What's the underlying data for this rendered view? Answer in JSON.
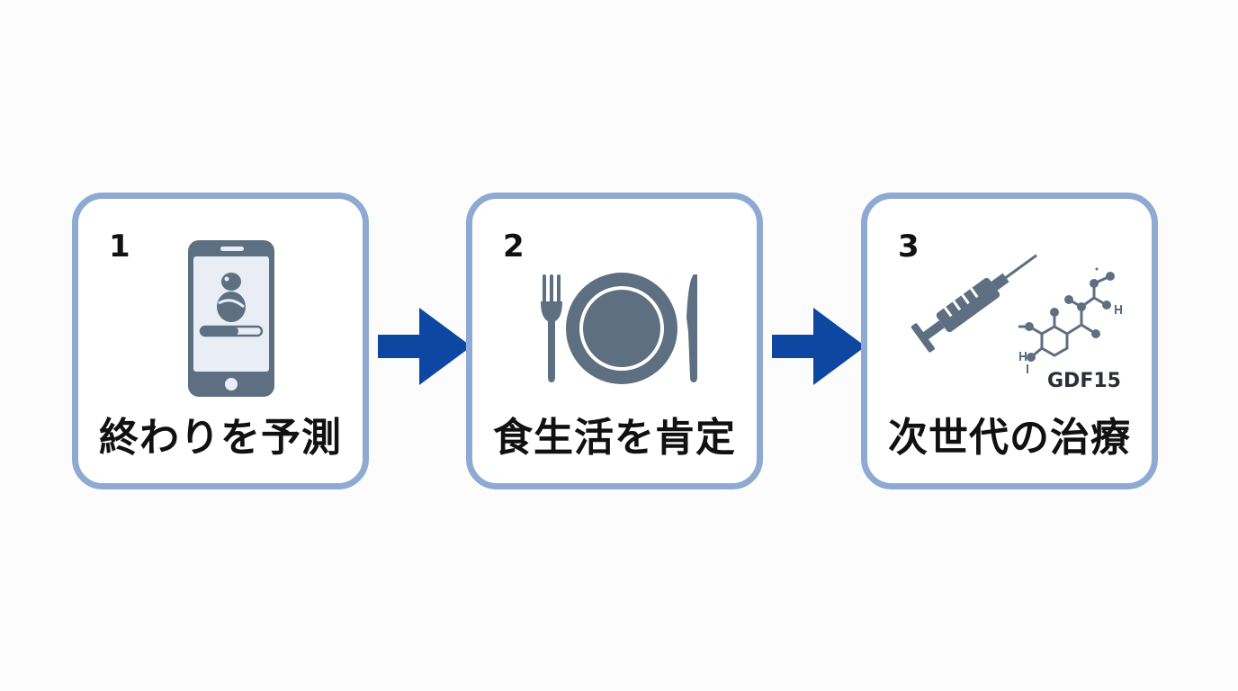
{
  "steps": [
    {
      "number": "1",
      "label": "終わりを予測",
      "icon": "smartphone-progress-icon"
    },
    {
      "number": "2",
      "label": "食生活を肯定",
      "icon": "fork-plate-knife-icon"
    },
    {
      "number": "3",
      "label": "次世代の治療",
      "icon": "syringe-molecule-icon",
      "molecule_label": "GDF15"
    }
  ],
  "colors": {
    "card_border": "#8eaad2",
    "arrow": "#0d47a1",
    "icon": "#5f6f82",
    "text": "#111111"
  }
}
